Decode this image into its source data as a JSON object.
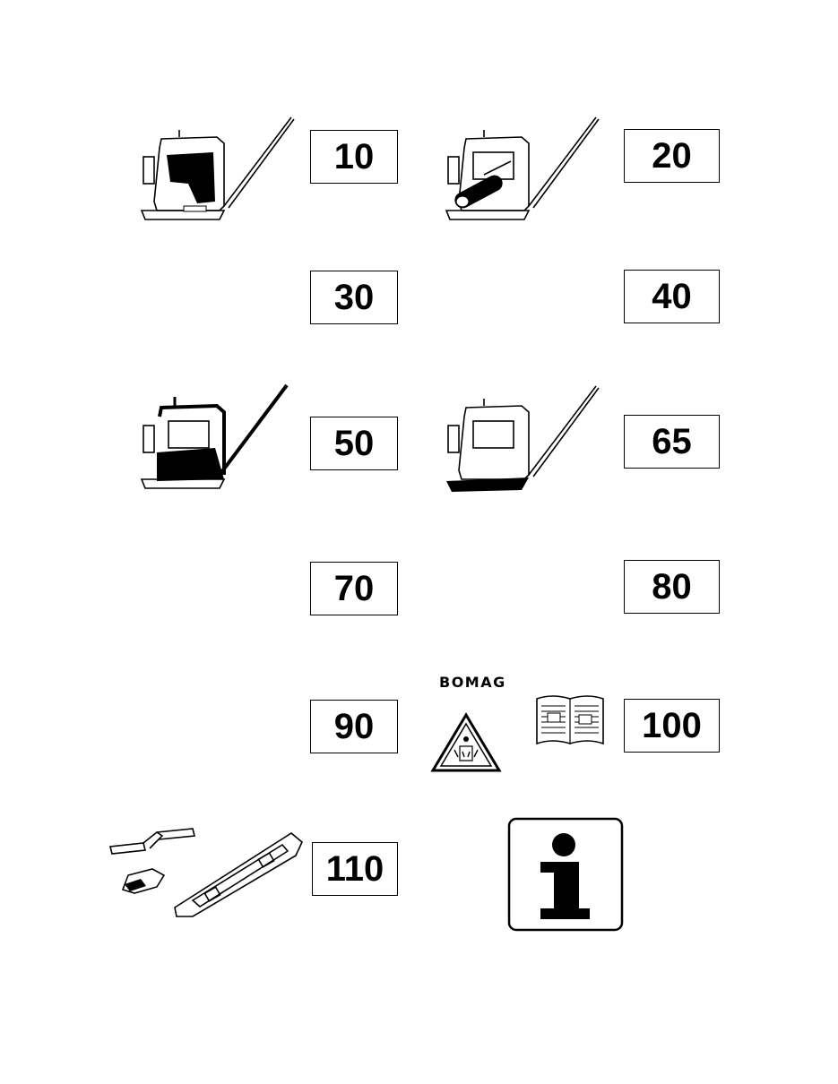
{
  "sections": [
    {
      "number": "10",
      "icon": "compactor-engine-highlight-icon"
    },
    {
      "number": "20",
      "icon": "compactor-belt-drive-highlight-icon"
    },
    {
      "number": "30"
    },
    {
      "number": "40"
    },
    {
      "number": "50",
      "icon": "compactor-frame-highlight-icon"
    },
    {
      "number": "65",
      "icon": "compactor-base-plate-highlight-icon"
    },
    {
      "number": "70"
    },
    {
      "number": "80"
    },
    {
      "number": "90"
    },
    {
      "number": "100",
      "icon": "open-manual-book-icon"
    },
    {
      "number": "110",
      "icon": "tools-and-extension-plate-icon"
    }
  ],
  "warning": {
    "brand_label": "BOMAG",
    "icon": "safety-warning-triangle-icon"
  },
  "info_symbol": {
    "icon": "information-i-icon"
  }
}
